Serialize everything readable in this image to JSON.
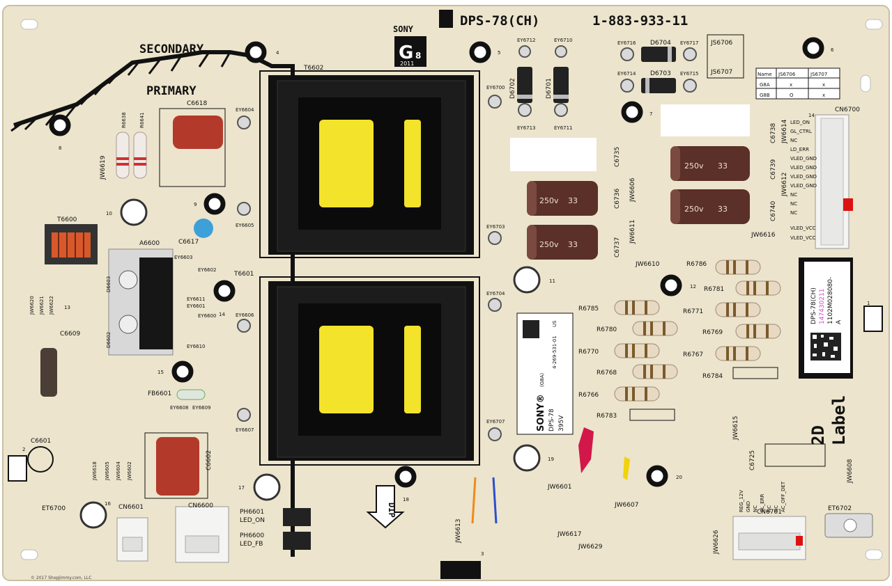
{
  "board": {
    "model": "DPS-78(CH)",
    "part_number": "1-883-933-11",
    "secondary_label": "SECONDARY",
    "primary_label": "PRIMARY",
    "sony_logo": "SONY",
    "g8_mark": "G",
    "g8_num": "8",
    "year": "2011",
    "dip_label": "DIP",
    "label_2d": "2D",
    "label_word": "Label",
    "copyright": "© 2017 ShopJimmy.com, LLC"
  },
  "transformers": [
    {
      "ref": "T6602"
    },
    {
      "ref": "T6601"
    }
  ],
  "big_capacitors": [
    {
      "ref": "cap-1",
      "voltage": "250v",
      "value": "33"
    },
    {
      "ref": "cap-2",
      "voltage": "250v",
      "value": "33"
    },
    {
      "ref": "cap-3",
      "voltage": "250v",
      "value": "33"
    },
    {
      "ref": "cap-4",
      "voltage": "250v",
      "value": "33"
    }
  ],
  "jumper_table": {
    "headers": [
      "Name",
      "JS6706",
      "JS6707"
    ],
    "rows": [
      [
        "G8A",
        "x",
        "x"
      ],
      [
        "G8B",
        "O",
        "x"
      ]
    ]
  },
  "jumpers": {
    "js1": "JS6706",
    "js2": "JS6707"
  },
  "connectors": {
    "cn6700": "CN6700",
    "cn6700_pins": [
      "LED_ON",
      "GL_CTRL",
      "NC",
      "LD_ERR",
      "VLED_GND",
      "VLED_GND",
      "VLED_GND",
      "VLED_GND",
      "NC",
      "NC",
      "NC",
      "VLED_VCC",
      "VLED_VCC"
    ],
    "cn6700_pin_num": "14",
    "cn6701": "CN6701",
    "cn6701_pins": [
      "REG_12V",
      "GND",
      "NC",
      "BL_ERR",
      "NC",
      "NC",
      "AC_OFF_DET"
    ],
    "cn6600": "CN6600",
    "cn6601": "CN6601"
  },
  "regulatory_label": {
    "sony": "SONY®",
    "g8a": "(G8A)",
    "model": "DPS-78",
    "voltage": "395V",
    "code": "4-269-531-01",
    "us": "US"
  },
  "side_label": {
    "line1": "DPS-78(CH)",
    "line2": "147430211",
    "line3": "1102M028080-",
    "line4": "A"
  },
  "ref_designators": {
    "r6638": "R6638",
    "r6641": "R6641",
    "c6618": "C6618",
    "jw6619": "JW6619",
    "t6600": "T6600",
    "a6600": "A6600",
    "c6617": "C6617",
    "d6603": "D6603",
    "d6602": "D6602",
    "jw6620": "JW6620",
    "jw6621": "JW6621",
    "jw6622": "JW6622",
    "c6609": "C6609",
    "fb6601": "FB6601",
    "c6601": "C6601",
    "et6700": "ET6700",
    "jw6618": "JW6618",
    "jw6605": "JW6605",
    "jw6604": "JW6604",
    "jw6602": "JW6602",
    "c6602": "C6602",
    "ph6601": "PH6601",
    "led_on": "LED_ON",
    "ph6600": "PH6600",
    "led_fb": "LED_FB",
    "jw6613": "JW6613",
    "jw6601": "JW6601",
    "jw6607": "JW6607",
    "jw6617": "JW6617",
    "jw6629": "JW6629",
    "jw6626": "JW6626",
    "et6702": "ET6702",
    "jw6608": "JW6608",
    "c6725": "C6725",
    "jw6615": "JW6615",
    "d6702": "D6702",
    "d6701": "D6701",
    "d6704": "D6704",
    "d6703": "D6703",
    "c6735": "C6735",
    "c6736": "C6736",
    "c6737": "C6737",
    "jw6606": "JW6606",
    "jw6611": "JW6611",
    "jw6610": "JW6610",
    "c6738": "C6738",
    "c6739": "C6739",
    "c6740": "C6740",
    "jw6614": "JW6614",
    "jw6612": "JW6612",
    "jw6616": "JW6616",
    "r6786": "R6786",
    "r6781": "R6781",
    "r6771": "R6771",
    "r6769": "R6769",
    "r6767": "R6767",
    "r6784": "R6784",
    "r6785": "R6785",
    "r6780": "R6780",
    "r6770": "R6770",
    "r6768": "R6768",
    "r6766": "R6766",
    "r6783": "R6783",
    "ey6712": "EY6712",
    "ey6710": "EY6710",
    "ey6713": "EY6713",
    "ey6711": "EY6711",
    "ey6716": "EY6716",
    "ey6717": "EY6717",
    "ey6714": "EY6714",
    "ey6715": "EY6715",
    "ey6700": "EY6700",
    "ey6703": "EY6703",
    "ey6704": "EY6704",
    "ey6707": "EY6707",
    "ey6604": "EY6604",
    "ey6605": "EY6605",
    "ey6606": "EY6606",
    "ey6607": "EY6607",
    "ey6603": "EY6603",
    "ey6602": "EY6602",
    "ey6611": "EY6611",
    "ey6601": "EY6601",
    "ey6600": "EY6600",
    "ey6610": "EY6610",
    "ey6608": "EY6608",
    "ey6609": "EY6609"
  },
  "hole_numbers": [
    "1",
    "2",
    "3",
    "4",
    "5",
    "6",
    "7",
    "8",
    "9",
    "10",
    "11",
    "12",
    "13",
    "14",
    "15",
    "16",
    "17",
    "18",
    "19",
    "20"
  ]
}
